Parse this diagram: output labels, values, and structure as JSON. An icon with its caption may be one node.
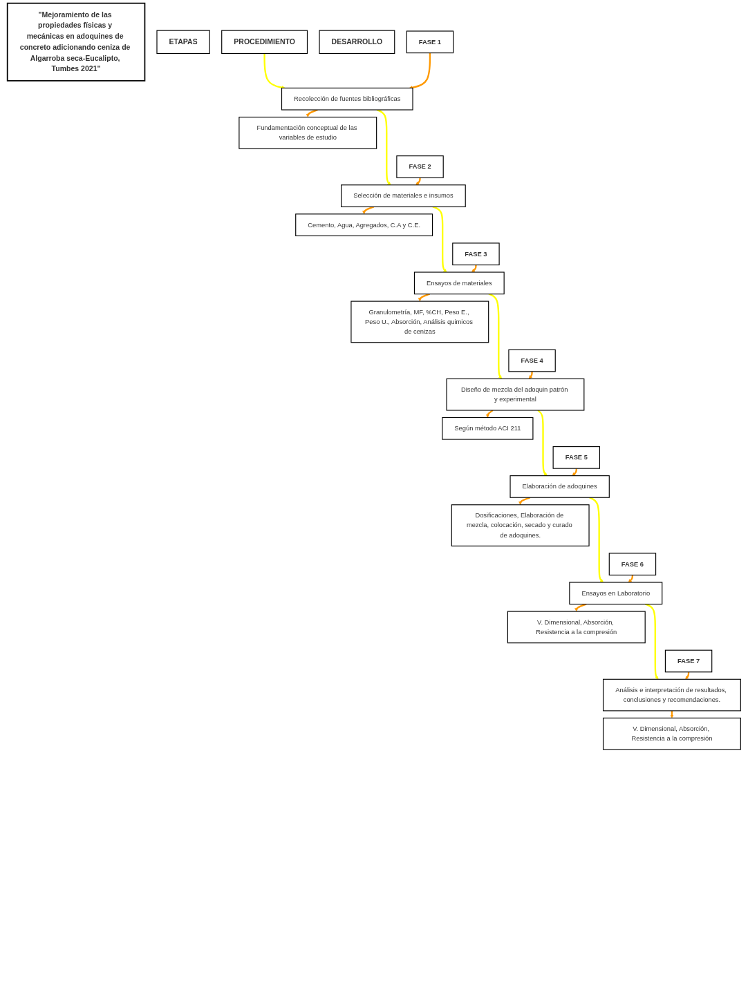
{
  "diagram": {
    "nodes": [
      {
        "text": [
          "\"Mejoramiento de las propiedades físicas y mecánicas en adoquines de concreto adicionando ceniza de Algarroba seca-Eucalipto, Tumbes 2021\""
        ]
      },
      {
        "text": [
          "ETAPAS"
        ]
      },
      {
        "text": [
          "PROCEDIMIENTO"
        ]
      },
      {
        "text": [
          "DESARROLLO"
        ]
      },
      {
        "text": [
          "FASE 1"
        ]
      },
      {
        "text": [
          "Recolección de fuentes bibliográficas"
        ]
      },
      {
        "text": [
          "Fundamentación conceptual de las variables de estudio"
        ]
      },
      {
        "text": [
          "FASE 2"
        ]
      },
      {
        "text": [
          "Selección de materiales e insumos"
        ]
      },
      {
        "text": [
          "Cemento, Agua, Agregados, C.A y C.E."
        ]
      },
      {
        "text": [
          "FASE 3"
        ]
      },
      {
        "text": [
          "Ensayos de materiales"
        ]
      },
      {
        "text": [
          "Granulometría, MF, %CH, Peso E., Peso U., Absorción, Análisis quimicos de cenizas"
        ]
      },
      {
        "text": [
          "FASE 4"
        ]
      },
      {
        "text": [
          "Diseño de mezcla del adoquin patrón y experimental"
        ]
      },
      {
        "text": [
          "Según método ACI 211"
        ]
      },
      {
        "text": [
          "FASE 5"
        ]
      },
      {
        "text": [
          "Elaboración de adoquines"
        ]
      },
      {
        "text": [
          "Dosificaciones, Elaboración de mezcla, colocación, secado y curado de adoquines."
        ]
      },
      {
        "text": [
          "FASE 6"
        ]
      },
      {
        "text": [
          "Ensayos en Laboratorio"
        ]
      },
      {
        "text": [
          "V. Dimensional, Absorción, Resistencia a la compresión"
        ]
      },
      {
        "text": [
          "FASE 7"
        ]
      },
      {
        "text": [
          "Análisis e interpretación de resultados, conclusiones y recomendaciones."
        ]
      },
      {
        "text": [
          "V. Dimensional, Absorción, Resistencia a la compresión"
        ]
      }
    ],
    "edges": [
      {
        "from": 2,
        "to": 5,
        "arrow": "to",
        "color": "#ffff00"
      },
      {
        "from": 4,
        "to": 5,
        "arrow": "to"
      },
      {
        "from": 5,
        "to": 6,
        "arrow": "to"
      },
      {
        "from": 5,
        "to": 8,
        "arrow": "to",
        "color": "#ffff00"
      },
      {
        "from": 7,
        "to": 8,
        "arrow": "to"
      },
      {
        "from": 8,
        "to": 9,
        "arrow": "to"
      },
      {
        "from": 8,
        "to": 11,
        "arrow": "to",
        "color": "#ffff00"
      },
      {
        "from": 10,
        "to": 11,
        "arrow": "to"
      },
      {
        "from": 11,
        "to": 12,
        "arrow": "to"
      },
      {
        "from": 11,
        "to": 14,
        "arrow": "to",
        "color": "#ffff00"
      },
      {
        "from": 13,
        "to": 14,
        "arrow": "to"
      },
      {
        "from": 14,
        "to": 15,
        "arrow": "to"
      },
      {
        "from": 14,
        "to": 17,
        "arrow": "to",
        "color": "#ffff00"
      },
      {
        "from": 16,
        "to": 17,
        "arrow": "to"
      },
      {
        "from": 17,
        "to": 18,
        "arrow": "to"
      },
      {
        "from": 17,
        "to": 20,
        "arrow": "to",
        "color": "#ffff00"
      },
      {
        "from": 19,
        "to": 20,
        "arrow": "to"
      },
      {
        "from": 20,
        "to": 21,
        "arrow": "to"
      },
      {
        "from": 20,
        "to": 23,
        "arrow": "to",
        "color": "#ffff00"
      },
      {
        "from": 22,
        "to": 23,
        "arrow": "to"
      },
      {
        "from": 23,
        "to": 24,
        "arrow": "to"
      }
    ]
  }
}
